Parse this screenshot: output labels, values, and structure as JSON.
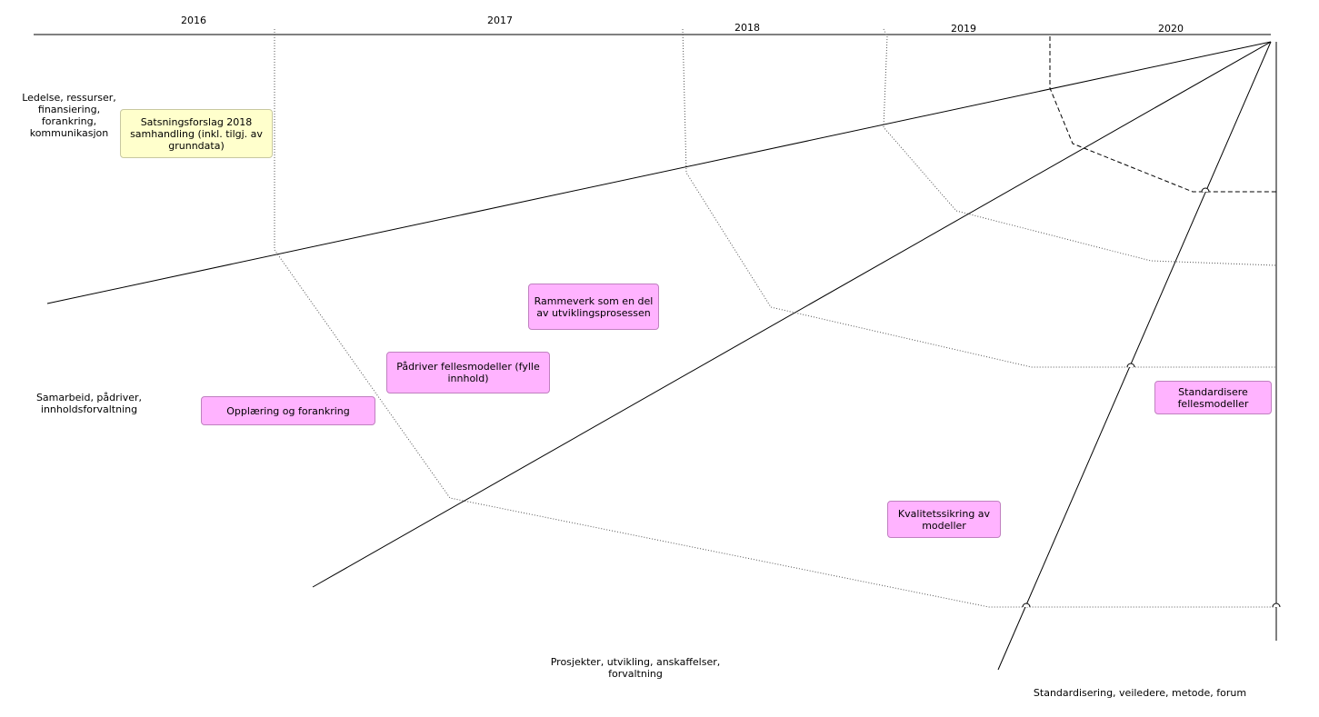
{
  "timeline": {
    "years": [
      "2016",
      "2017",
      "2018",
      "2019",
      "2020"
    ]
  },
  "lanes": {
    "lane1": "Ledelse, ressurser, finansiering, forankring, kommunikasjon",
    "lane2": "Samarbeid, pådriver, innholdsforvaltning",
    "lane3": "Prosjekter, utvikling, anskaffelser, forvaltning",
    "lane4": "Standardisering, veiledere, metode, forum"
  },
  "activities": {
    "satsningsforslag": "Satsningsforslag 2018 samhandling (inkl. tilgj. av grunndata)",
    "rammeverk": "Rammeverk som en del av utviklingsprosessen",
    "padriver": "Pådriver fellesmodeller (fylle innhold)",
    "opplaering": "Opplæring og forankring",
    "standardisere": "Standardisere fellesmodeller",
    "kvalitetssikring": "Kvalitetssikring av modeller"
  },
  "colors": {
    "yellow_box": "#ffffcc",
    "pink_box": "#ffb3ff"
  }
}
